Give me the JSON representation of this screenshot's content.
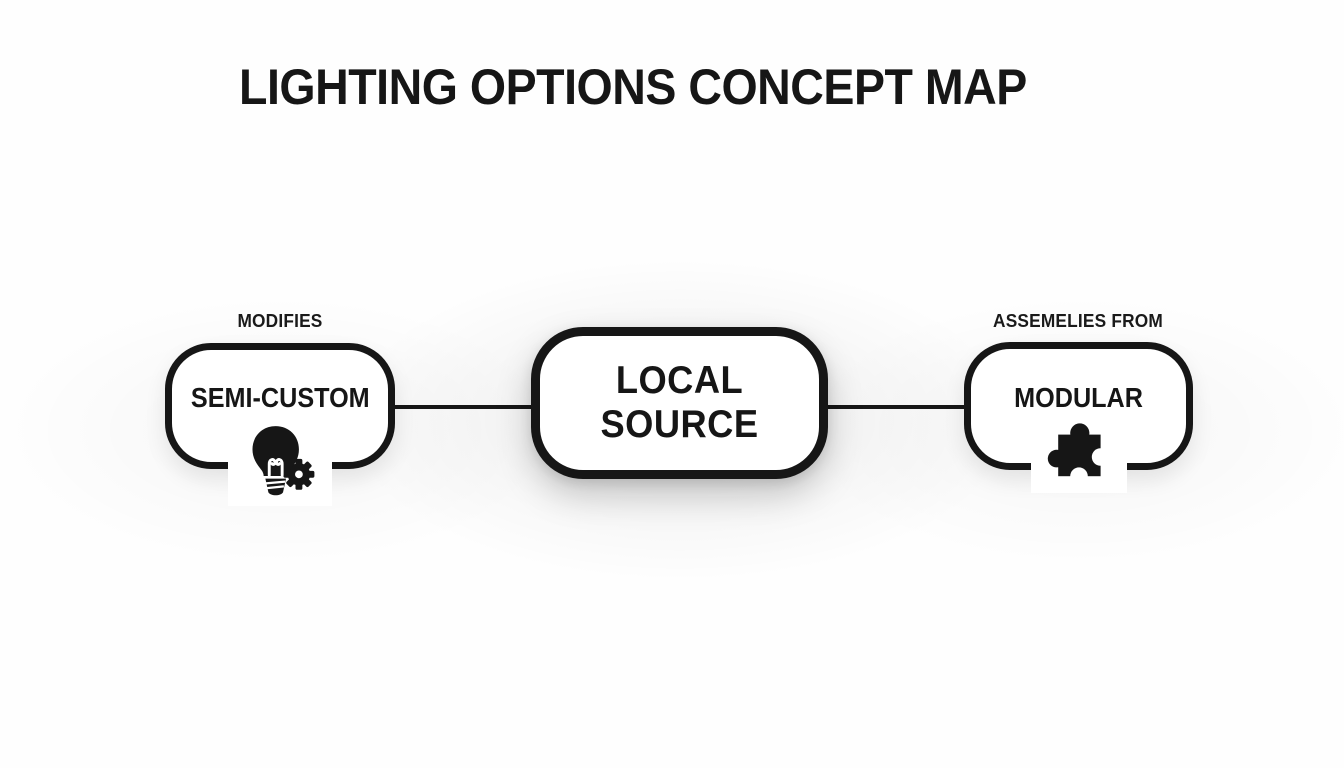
{
  "title": "LIGHTING OPTIONS CONCEPT MAP",
  "colors": {
    "ink": "#161616",
    "node_fill": "#ffffff",
    "background": "#fefefe"
  },
  "diagram": {
    "center_node": {
      "label": "LOCAL SOURCE"
    },
    "left_node": {
      "relation_label": "MODIFIES",
      "label": "SEMI-CUSTOM",
      "icon": "lightbulb-gear-icon"
    },
    "right_node": {
      "relation_label": "ASSEMELIES FROM",
      "label": "MODULAR",
      "icon": "puzzle-piece-icon"
    }
  }
}
